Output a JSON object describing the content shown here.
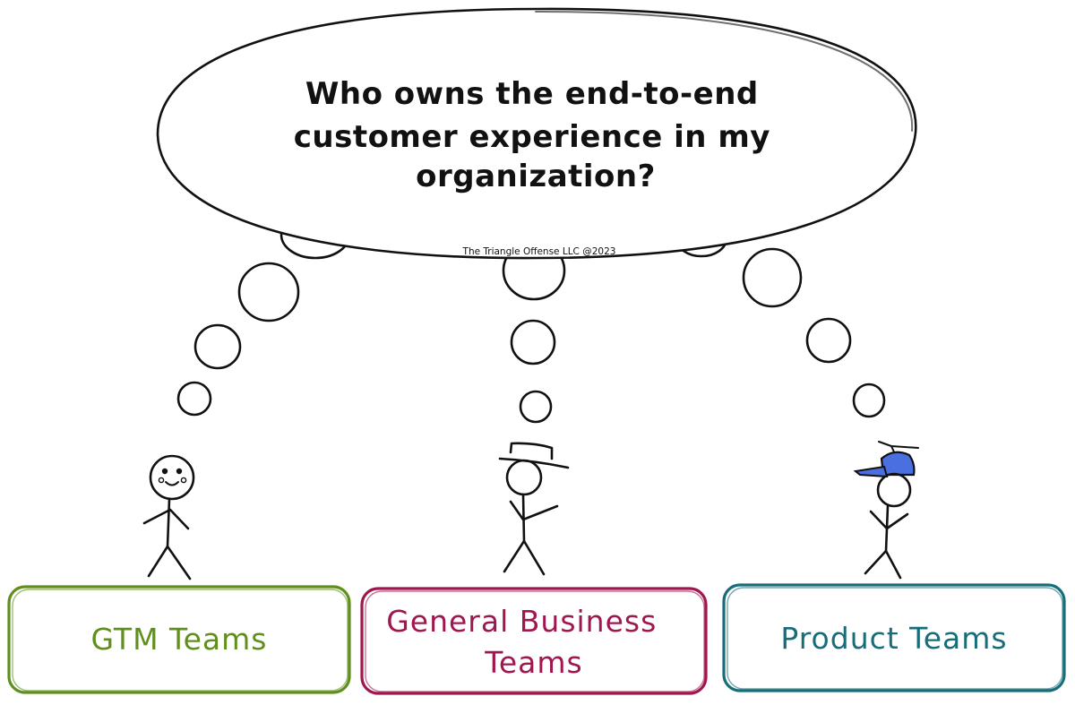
{
  "thought": {
    "question_lines": [
      "Who owns the end-to-end",
      "customer experience in my",
      "organization?"
    ],
    "credit": "The Triangle Offense LLC @2023"
  },
  "teams": [
    {
      "label_lines": [
        "GTM Teams"
      ],
      "color": "#5f8f1c",
      "figure": "smiling-stick-figure"
    },
    {
      "label_lines": [
        "General Business",
        "Teams"
      ],
      "color": "#a0174f",
      "figure": "stick-figure-with-fedora"
    },
    {
      "label_lines": [
        "Product Teams"
      ],
      "color": "#176d7a",
      "figure": "stick-figure-with-propeller-cap"
    }
  ],
  "colors": {
    "ink": "#111111",
    "propeller_cap": "#4a6fe0"
  }
}
